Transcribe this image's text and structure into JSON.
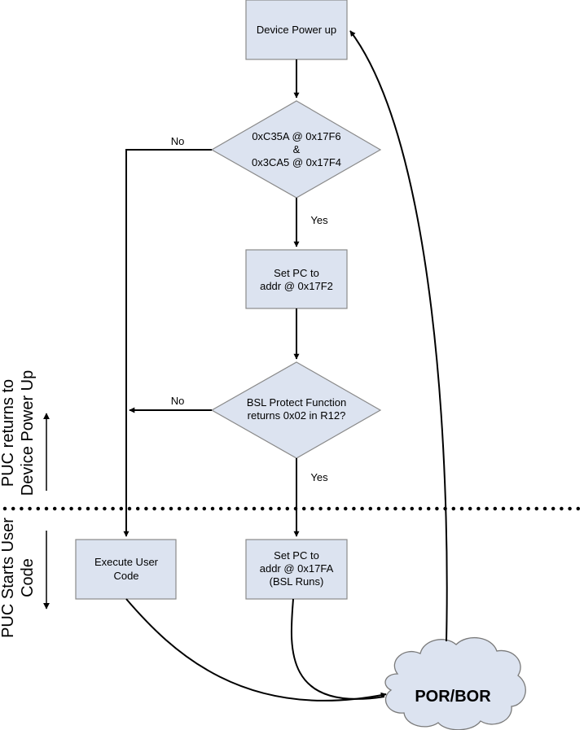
{
  "nodes": {
    "device_power_up": "Device Power up",
    "check_signature": [
      "0xC35A @ 0x17F6",
      "&",
      "0x3CA5 @ 0x17F4"
    ],
    "set_pc_protect": [
      "Set PC to",
      "addr @ 0x17F2"
    ],
    "bsl_protect_check": [
      "BSL Protect Function",
      "returns 0x02 in R12?"
    ],
    "execute_user_code": [
      "Execute User",
      "Code"
    ],
    "set_pc_bsl": [
      "Set PC to",
      "addr @ 0x17FA",
      "(BSL Runs)"
    ],
    "por_bor": "POR/BOR"
  },
  "edges": {
    "no_1": "No",
    "yes_1": "Yes",
    "no_2": "No",
    "yes_2": "Yes"
  },
  "side_labels": {
    "upper": [
      "PUC returns to",
      "Device Power Up"
    ],
    "lower": [
      "PUC Starts User",
      "Code"
    ]
  }
}
